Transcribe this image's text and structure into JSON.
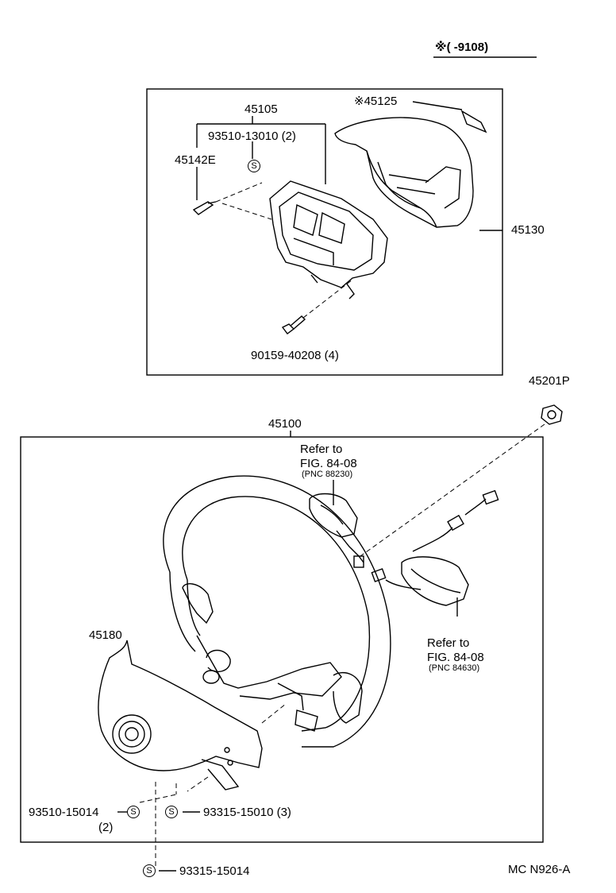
{
  "header": {
    "date_code": "※(       -9108)"
  },
  "upper_box": {
    "labels": {
      "p45105": "45105",
      "p45125": "※45125",
      "p93510_13010": "93510-13010 (2)",
      "p45142e": "45142E",
      "p45130": "45130",
      "p90159": "90159-40208 (4)"
    }
  },
  "lower_box": {
    "labels": {
      "p45201p": "45201P",
      "p45100": "45100",
      "refer_top_1": "Refer to",
      "refer_top_2": "FIG. 84-08",
      "refer_top_3": "(PNC 88230)",
      "refer_bot_1": "Refer to",
      "refer_bot_2": "FIG. 84-08",
      "refer_bot_3": "(PNC 84630)",
      "p45180": "45180",
      "p93510_15014": "93510-15014",
      "p93510_qty": "(2)",
      "p93315_15010": "93315-15010 (3)",
      "p93315_15014": "93315-15014"
    }
  },
  "standard_symbol": "S",
  "footer": {
    "code": "MC  N926-A"
  }
}
